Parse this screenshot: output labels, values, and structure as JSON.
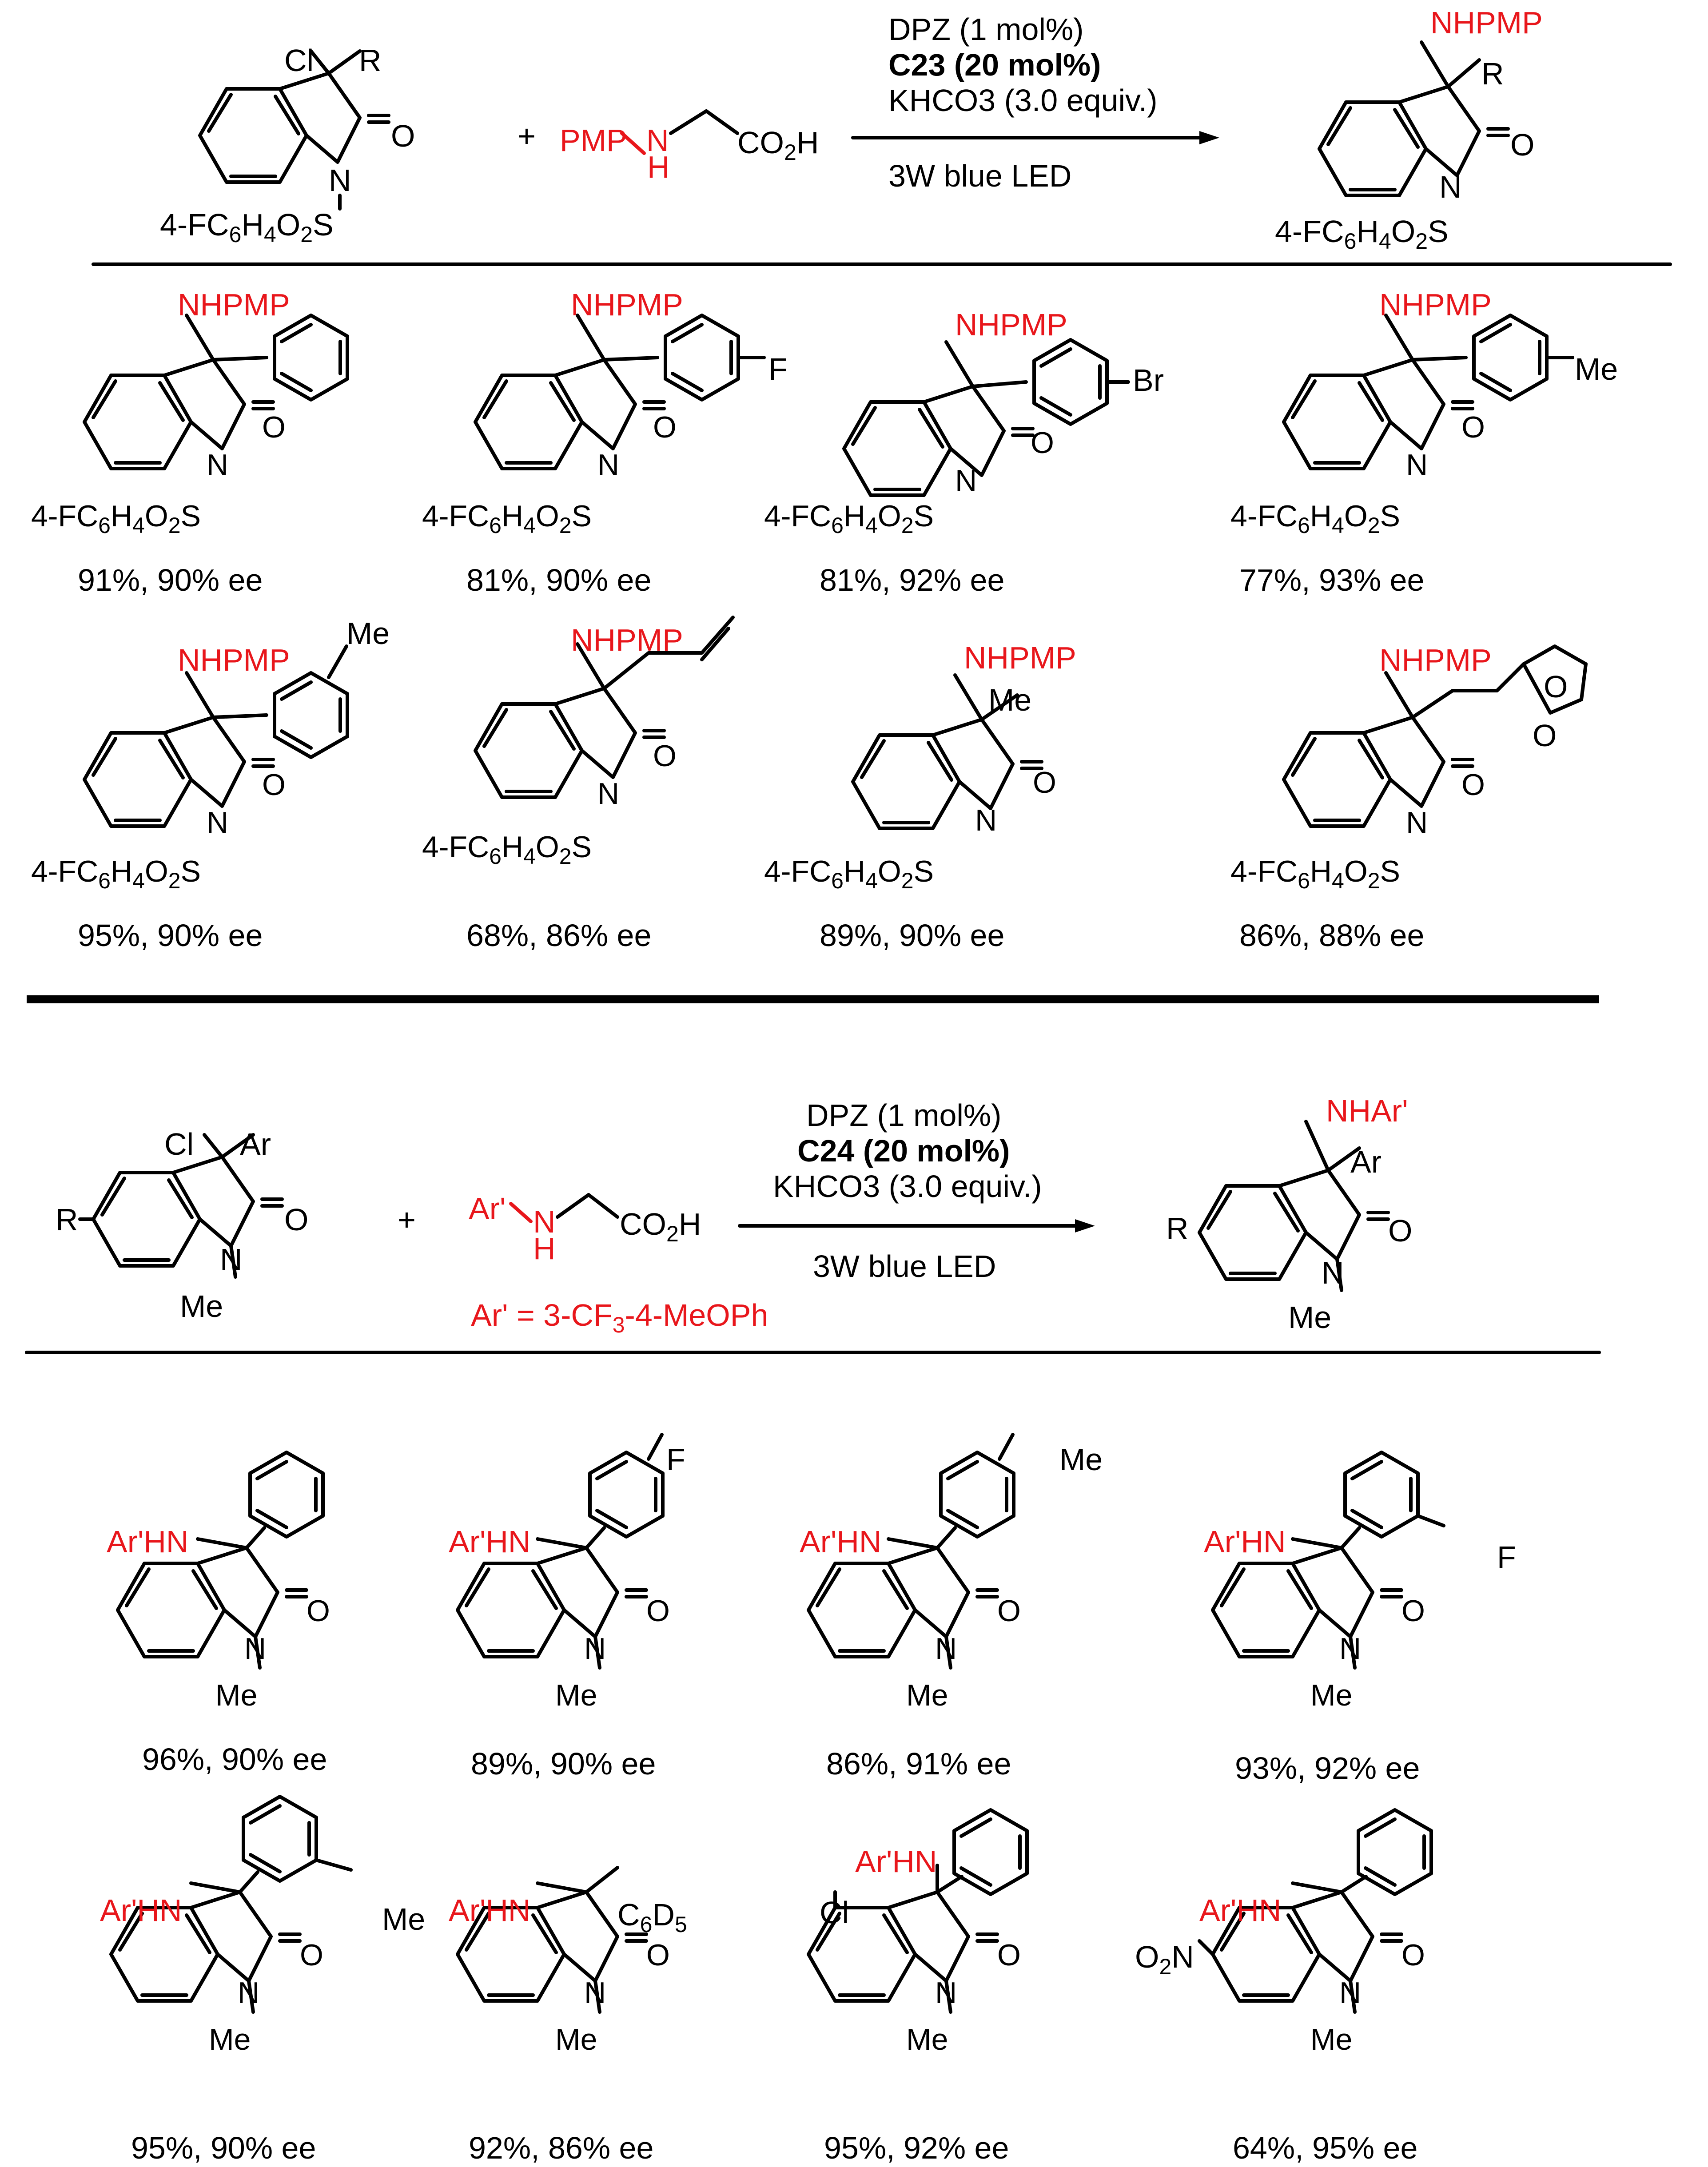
{
  "scheme1": {
    "reactant_sub1": "Cl",
    "reactant_sub2": "R",
    "reactant_o": "O",
    "reactant_n": "N",
    "reactant_sulfonyl": "4-FC6H4O2S",
    "plus": "+",
    "amine_pmp": "PMP",
    "amine_n": "N",
    "amine_h": "H",
    "amine_acid": "CO2H",
    "conditions": [
      "DPZ (1 mol%)",
      "C23 (20 mol%)",
      "KHCO3 (3.0 equiv.)"
    ],
    "light": "3W blue LED",
    "product_top": "NHPMP",
    "product_sub": "R",
    "product_o": "O",
    "product_n": "N",
    "product_sulfonyl": "4-FC6H4O2S",
    "products": [
      {
        "substituent": "",
        "result": "91%, 90% ee"
      },
      {
        "substituent": "F",
        "result": "81%, 90% ee"
      },
      {
        "substituent": "Br",
        "result": "81%, 92% ee"
      },
      {
        "substituent": "Me",
        "result": "77%, 93% ee"
      },
      {
        "substituent": "Me",
        "result": "95%, 90% ee"
      },
      {
        "substituent": "",
        "result": "68%, 86% ee"
      },
      {
        "substituent": "Me",
        "result": "89%, 90% ee"
      },
      {
        "substituent": "O",
        "result": "86%, 88% ee"
      }
    ]
  },
  "scheme2": {
    "reactant_sub1": "Cl",
    "reactant_sub2": "Ar",
    "reactant_r": "R",
    "reactant_o": "O",
    "reactant_n": "N",
    "reactant_me": "Me",
    "plus": "+",
    "amine_ar": "Ar'",
    "amine_n": "N",
    "amine_h": "H",
    "amine_acid": "CO2H",
    "aryl_definition": "Ar' = 3-CF3-4-MeOPh",
    "conditions": [
      "DPZ (1 mol%)",
      "C24 (20 mol%)",
      "KHCO3 (3.0 equiv.)"
    ],
    "light": "3W blue LED",
    "product_top": "NHAr'",
    "product_sub": "Ar",
    "product_r": "R",
    "product_o": "O",
    "product_n": "N",
    "product_me": "Me",
    "amine_label": "Ar'HN",
    "products": [
      {
        "substituent": "",
        "result": "96%, 90% ee"
      },
      {
        "substituent": "F",
        "result": "89%, 90% ee"
      },
      {
        "substituent": "Me",
        "result": "86%, 91% ee"
      },
      {
        "substituent": "F",
        "result": "93%, 92% ee"
      },
      {
        "substituent": "Me",
        "result": "95%, 90% ee"
      },
      {
        "substituent": "C6D5",
        "result": "92%, 86% ee"
      },
      {
        "substituent": "Cl",
        "result": "95%, 92% ee"
      },
      {
        "substituent": "O2N",
        "result": "64%, 95% ee"
      }
    ]
  }
}
